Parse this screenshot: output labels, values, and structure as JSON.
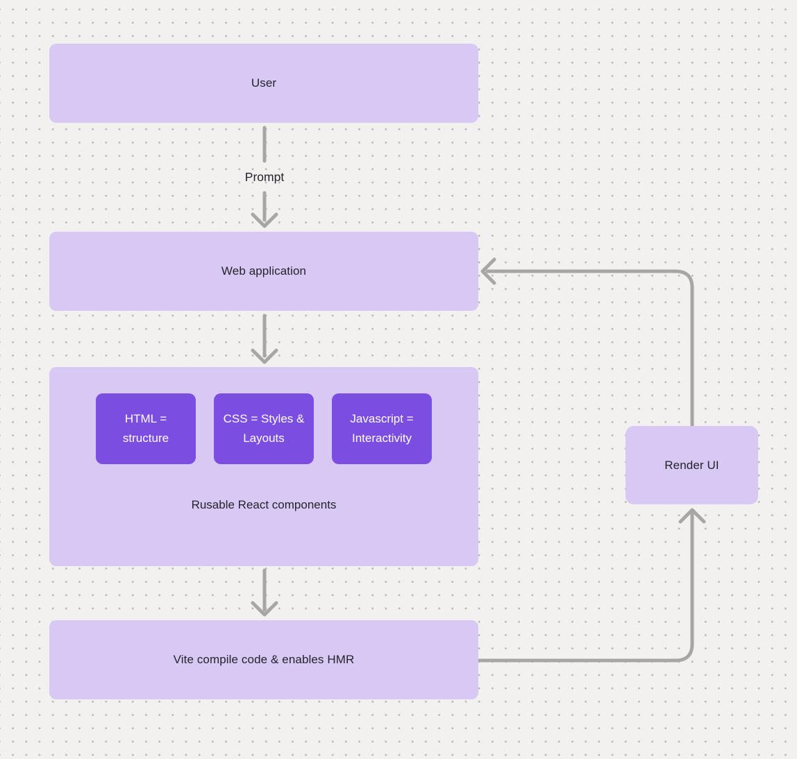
{
  "colors": {
    "background": "#f2f1ef",
    "grid_dot": "#b7b4b1",
    "node_fill": "#d7c9f3",
    "keyword_fill": "#7c4de1",
    "node_text": "#26222b",
    "keyword_text": "#ffffff",
    "connector": "#a8a6a4"
  },
  "nodes": {
    "user": {
      "label": "User"
    },
    "web_application": {
      "label": "Web application"
    },
    "components_group": {
      "items": [
        {
          "label": "HTML = structure"
        },
        {
          "label": "CSS = Styles & Layouts"
        },
        {
          "label": "Javascript = Interactivity"
        }
      ],
      "caption": "Rusable React components"
    },
    "vite": {
      "label": "Vite compile code & enables HMR"
    },
    "render_ui": {
      "label": "Render UI"
    }
  },
  "connectors": {
    "user_to_web_application": {
      "label": "Prompt"
    }
  }
}
